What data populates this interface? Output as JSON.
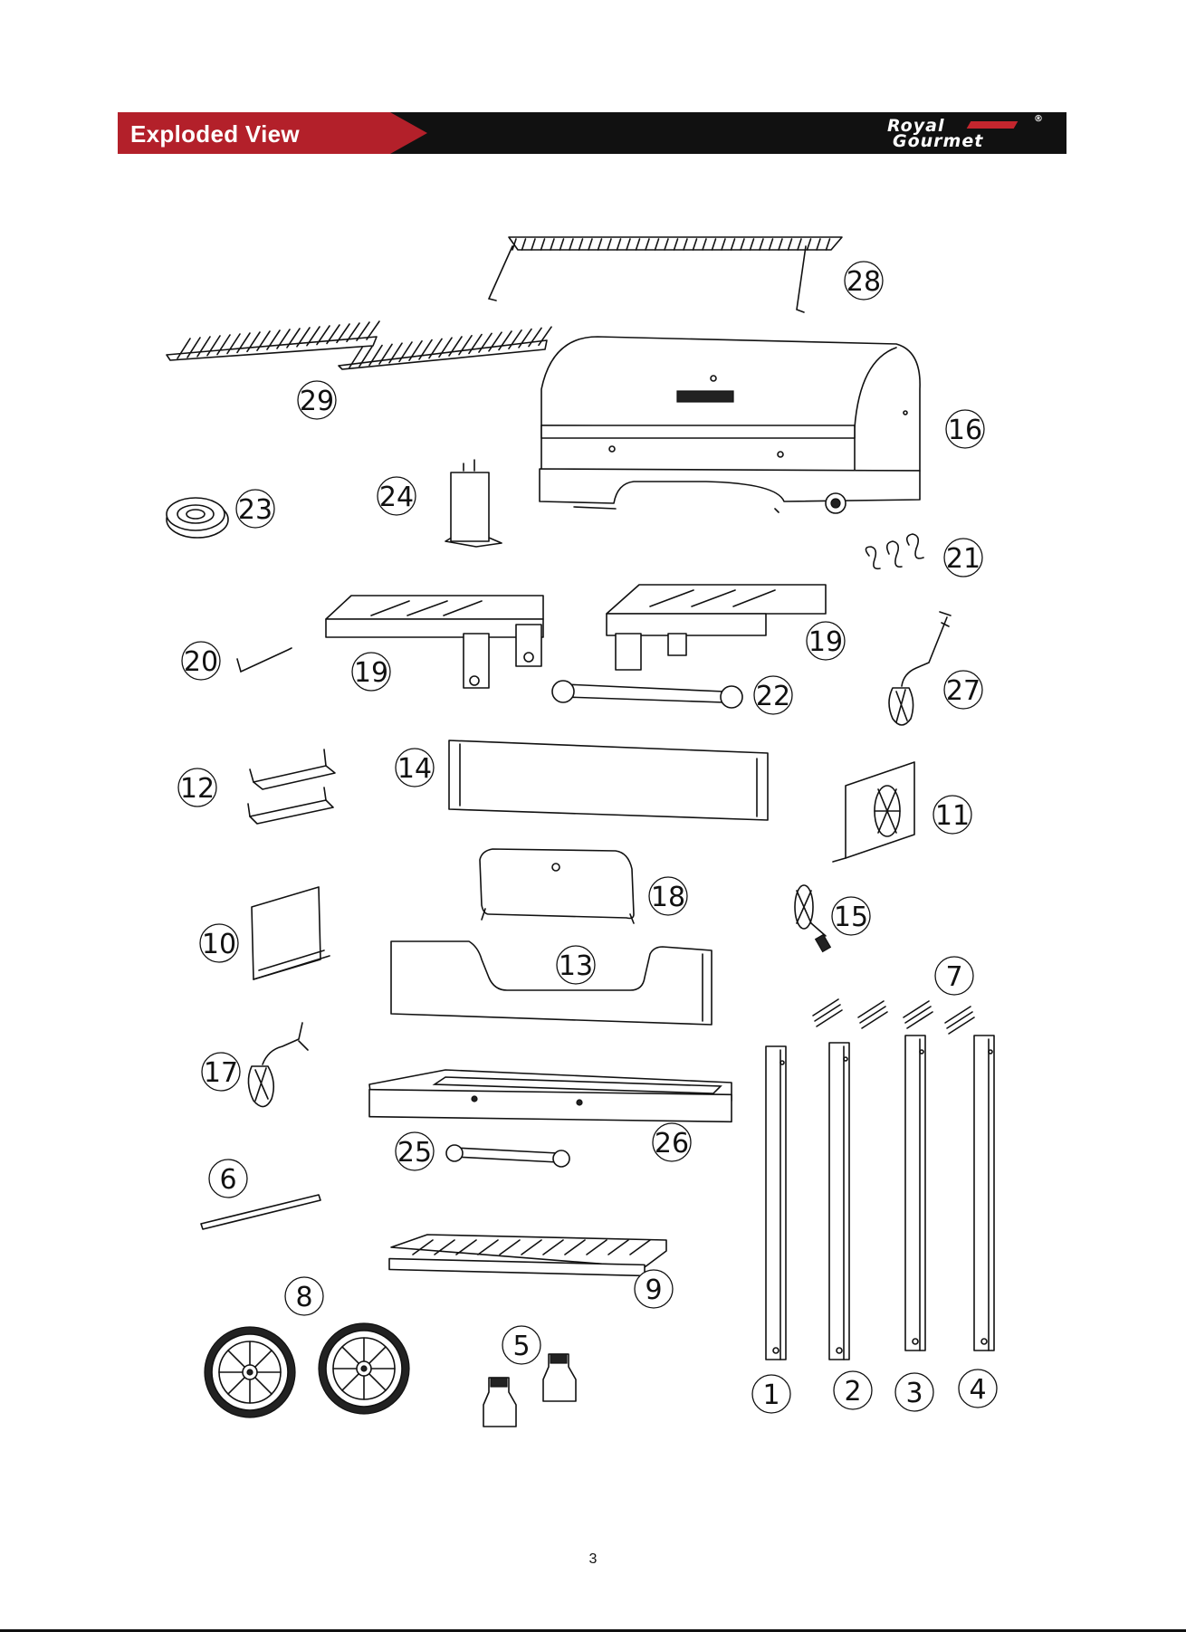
{
  "header": {
    "title": "Exploded View",
    "brand": {
      "line1": "Royal",
      "line2": "Gourmet",
      "mark": "®"
    }
  },
  "colors": {
    "header_red": "#b3202a",
    "header_black": "#111111",
    "brand_swoosh": "#c4262e"
  },
  "parts": [
    "28",
    "29",
    "16",
    "23",
    "24",
    "21",
    "20",
    "19a",
    "19b",
    "22",
    "27",
    "12",
    "14",
    "11",
    "18",
    "15",
    "10",
    "13",
    "7",
    "17",
    "26",
    "25",
    "6",
    "9",
    "8",
    "5",
    "1",
    "2",
    "3",
    "4"
  ],
  "labels": {
    "28": "28",
    "29": "29",
    "16": "16",
    "23": "23",
    "24": "24",
    "21": "21",
    "20": "20",
    "19a": "19",
    "19b": "19",
    "22": "22",
    "27": "27",
    "12": "12",
    "14": "14",
    "11": "11",
    "18": "18",
    "15": "15",
    "10": "10",
    "13": "13",
    "7": "7",
    "17": "17",
    "26": "26",
    "25": "25",
    "6": "6",
    "9": "9",
    "8": "8",
    "5": "5",
    "1": "1",
    "2": "2",
    "3": "3",
    "4": "4"
  },
  "footer": {
    "page_number": "3"
  }
}
